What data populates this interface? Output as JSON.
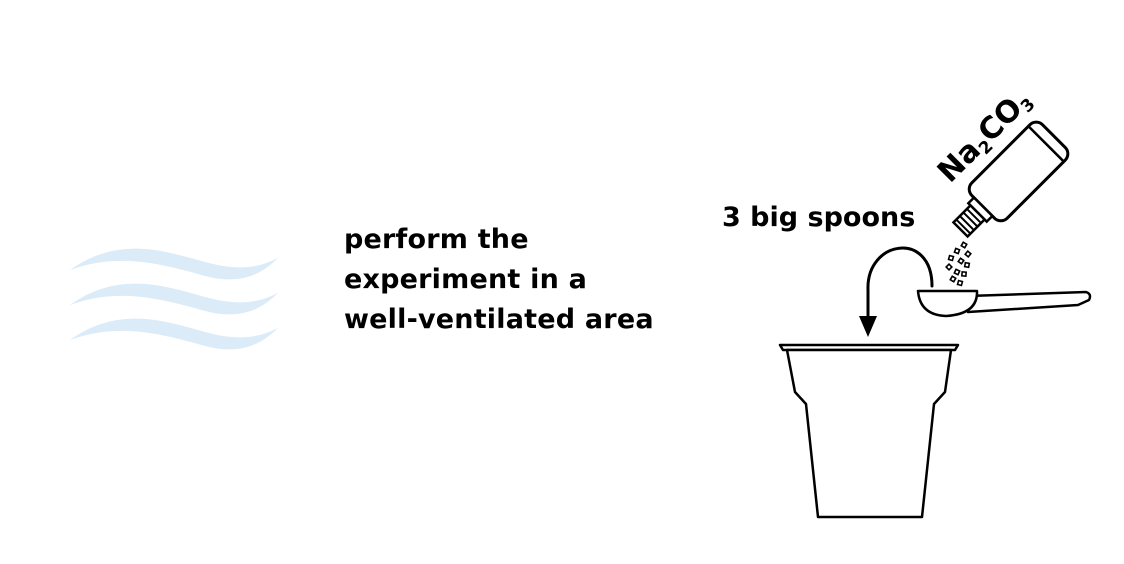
{
  "instruction": {
    "line1": "perform the",
    "line2": "experiment in a",
    "line3": "well-ventilated area"
  },
  "dosage_label": "3 big spoons",
  "bottle_label": {
    "main1": "Na",
    "sub1": "2",
    "main2": "CO",
    "sub2": "3"
  },
  "colors": {
    "ink": "#000000",
    "airflow": "#dcebf8"
  }
}
